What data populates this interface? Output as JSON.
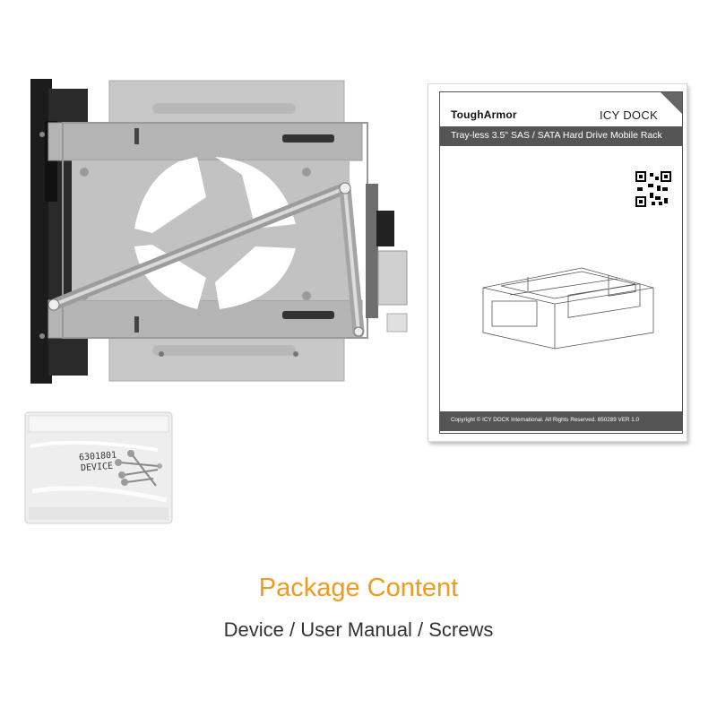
{
  "manual": {
    "product_name": "ToughArmor",
    "brand": "ICY DOCK",
    "subtitle": "Tray-less 3.5\" SAS / SATA Hard Drive Mobile Rack",
    "copyright": "Copyright © ICY DOCK International. All Rights Reserved. 650289 VER 1.0"
  },
  "screws_bag": {
    "label_line1": "6301801",
    "label_line2": "DEVICE"
  },
  "caption": {
    "headline": "Package Content",
    "items": "Device / User Manual / Screws"
  },
  "colors": {
    "headline": "#f39a1d",
    "subline": "#333333",
    "manual_bar": "#555555"
  }
}
